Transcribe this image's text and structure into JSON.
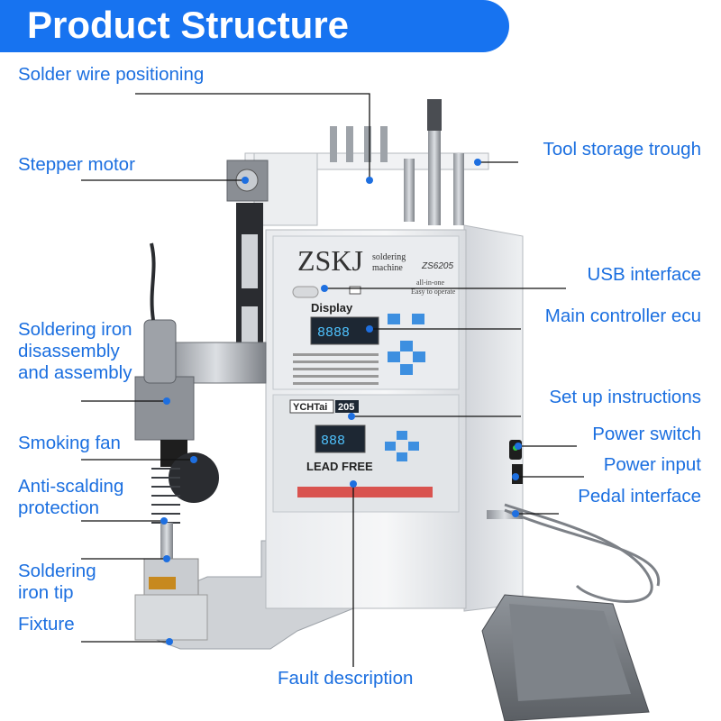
{
  "title": "Product Structure",
  "machine": {
    "brand": "ZSKJ",
    "brand_sub_1": "soldering",
    "brand_sub_2": "machine",
    "model": "ZS6205",
    "tagline_1": "all-in-one",
    "tagline_2": "Easy to operate",
    "display_label": "Display",
    "ychtai": "YCHTai",
    "ychtai_num": "205",
    "lead_free": "LEAD FREE"
  },
  "labels": {
    "solder_wire": "Solder wire positioning",
    "stepper_motor": "Stepper motor",
    "tool_storage": "Tool storage trough",
    "usb": "USB interface",
    "main_ecu": "Main controller ecu",
    "iron_assembly": "Soldering iron disassembly and assembly",
    "setup": "Set up instructions",
    "power_switch": "Power switch",
    "smoking_fan": "Smoking fan",
    "power_input": "Power input",
    "anti_scalding": "Anti-scalding protection",
    "pedal": "Pedal interface",
    "iron_tip": "Soldering iron tip",
    "fixture": "Fixture",
    "fault": "Fault description"
  },
  "colors": {
    "banner": "#1773f0",
    "label_text": "#1b6fe0",
    "leader_line": "#111111"
  }
}
